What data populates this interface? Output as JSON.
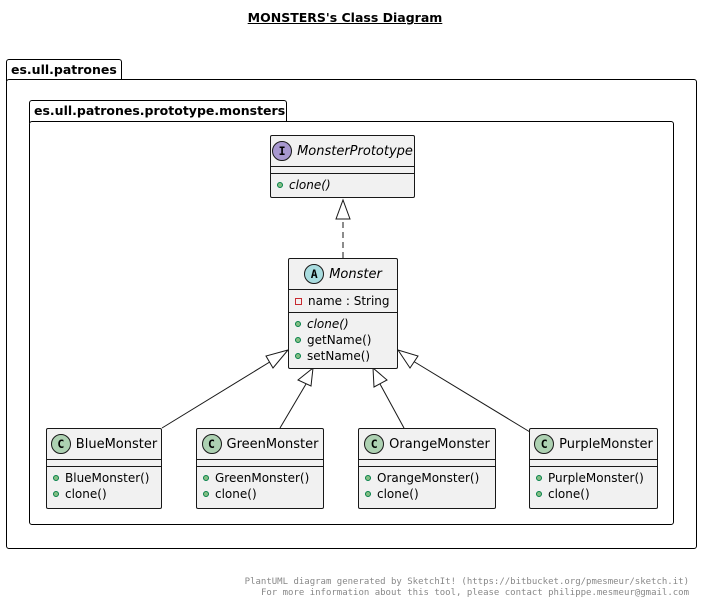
{
  "diagram": {
    "title": "MONSTERS's Class Diagram",
    "packages": {
      "outer": "es.ull.patrones",
      "inner": "es.ull.patrones.prototype.monsters"
    },
    "interface": {
      "stereotype": "I",
      "name": "MonsterPrototype",
      "methods": [
        "clone()"
      ]
    },
    "abstract_class": {
      "stereotype": "A",
      "name": "Monster",
      "fields": [
        "name : String"
      ],
      "methods": [
        "clone()",
        "getName()",
        "setName()"
      ]
    },
    "classes": [
      {
        "stereotype": "C",
        "name": "BlueMonster",
        "methods": [
          "BlueMonster()",
          "clone()"
        ]
      },
      {
        "stereotype": "C",
        "name": "GreenMonster",
        "methods": [
          "GreenMonster()",
          "clone()"
        ]
      },
      {
        "stereotype": "C",
        "name": "OrangeMonster",
        "methods": [
          "OrangeMonster()",
          "clone()"
        ]
      },
      {
        "stereotype": "C",
        "name": "PurpleMonster",
        "methods": [
          "PurpleMonster()",
          "clone()"
        ]
      }
    ],
    "colors": {
      "interface_badge": "#a797cf",
      "abstract_badge": "#a9dcdf",
      "class_badge": "#add1b2",
      "public_marker": "#84be84",
      "private_marker": "#c82930"
    },
    "footer": {
      "line1": "PlantUML diagram generated by SketchIt! (https://bitbucket.org/pmesmeur/sketch.it)",
      "line2": "For more information about this tool, please contact philippe.mesmeur@gmail.com"
    }
  }
}
